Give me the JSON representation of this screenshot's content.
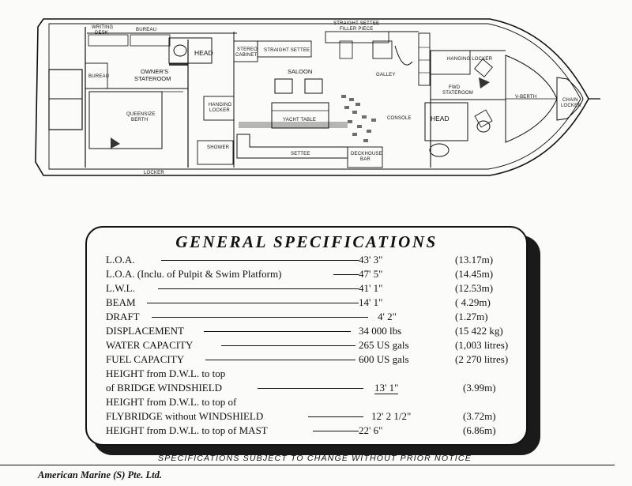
{
  "plan": {
    "labels": {
      "writing_desk_1": "WRITING",
      "writing_desk_2": "DESK",
      "bureau_top": "BUREAU",
      "head_aft": "HEAD",
      "stereo_1": "STEREO",
      "stereo_2": "CABINET",
      "straight_settee_top": "STRAIGHT SETTEE",
      "straight_settee_filler_1": "STRAIGHT SETTEE",
      "straight_settee_filler_2": "FILLER PIECE",
      "saloon": "SALOON",
      "galley": "GALLEY",
      "hanging_locker_fwd": "HANGING LOCKER",
      "bureau_aft": "BUREAU",
      "owners_1": "OWNER'S",
      "owners_2": "STATEROOM",
      "queen_1": "QUEENSIZE",
      "queen_2": "BERTH",
      "hanging_locker_aft_1": "HANGING",
      "hanging_locker_aft_2": "LOCKER",
      "yacht_table": "YACHT TABLE",
      "console": "CONSOLE",
      "fwd_1": "FWD",
      "fwd_2": "STATEROOM",
      "v_berth": "V-BERTH",
      "chain_1": "CHAIN",
      "chain_2": "LOCKER",
      "head_fwd": "HEAD",
      "shower": "SHOWER",
      "settee": "SETTEE",
      "deckhouse_1": "DECKHOUSE",
      "deckhouse_2": "BAR",
      "locker": "LOCKER"
    }
  },
  "specs": {
    "title": "GENERAL   SPECIFICATIONS",
    "rows": [
      {
        "name": "L.O.A.",
        "imperial": "43' 3\"",
        "metric": "(13.17m)"
      },
      {
        "name": "L.O.A. (Inclu. of Pulpit & Swim Platform)",
        "imperial": "47' 5\"",
        "metric": "(14.45m)"
      },
      {
        "name": "L.W.L.",
        "imperial": "41' 1\"",
        "metric": "(12.53m)"
      },
      {
        "name": "BEAM",
        "imperial": "14' 1\"",
        "metric": "( 4.29m)"
      },
      {
        "name": "DRAFT",
        "imperial": "4' 2\"",
        "metric": "(1.27m)"
      },
      {
        "name": "DISPLACEMENT",
        "imperial": "34 000  lbs",
        "metric": "(15 422 kg)"
      },
      {
        "name": "WATER CAPACITY",
        "imperial": "265 US gals",
        "metric": "(1,003 litres)"
      },
      {
        "name": "FUEL CAPACITY",
        "imperial": "600 US gals",
        "metric": "(2 270 litres)"
      },
      {
        "name": "HEIGHT from D.W.L. to top",
        "imperial": "",
        "metric": ""
      },
      {
        "name": "of BRIDGE WINDSHIELD",
        "imperial": "13' 1\"",
        "metric": "(3.99m)"
      },
      {
        "name": "HEIGHT from D.W.L. to top of",
        "imperial": "",
        "metric": ""
      },
      {
        "name": "FLYBRIDGE without WINDSHIELD",
        "imperial": "12' 2 1/2\"",
        "metric": "(3.72m)"
      },
      {
        "name": "HEIGHT from D.W.L. to top of MAST",
        "imperial": "22'  6\"",
        "metric": "(6.86m)"
      }
    ]
  },
  "notice": "SPECIFICATIONS  SUBJECT  TO  CHANGE  WITHOUT  PRIOR  NOTICE",
  "company": "American Marine (S) Pte. Ltd."
}
